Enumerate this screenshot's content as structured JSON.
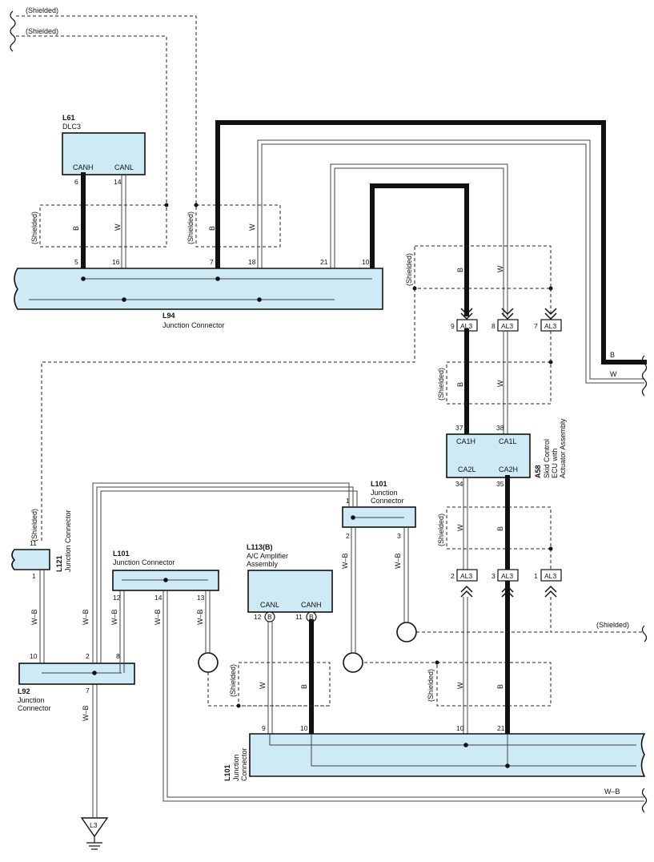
{
  "labels": {
    "shielded": "(Shielded)",
    "l61_id": "L61",
    "l61_name": "DLC3",
    "canh": "CANH",
    "canl": "CANL",
    "l94_id": "L94",
    "l94_name": "Junction Connector",
    "a58_id": "A58",
    "a58_name_1": "Skid Control",
    "a58_name_2": "ECU with",
    "a58_name_3": "Actuator Assembly",
    "ca1h": "CA1H",
    "ca1l": "CA1L",
    "ca2l": "CA2L",
    "ca2h": "CA2H",
    "al3": "AL3",
    "l101_id": "L101",
    "junction": "Junction",
    "connector": "Connector",
    "junction_connector": "Junction Connector",
    "l121_id": "L121",
    "l92_id": "L92",
    "l113_id": "L113(B)",
    "l113_name_1": "A/C Amplifier",
    "l113_name_2": "Assembly",
    "b": "B",
    "w": "W",
    "wb": "W–B",
    "l3": "L3"
  },
  "pins": {
    "p5": "5",
    "p6": "6",
    "p7": "7",
    "p9": "9",
    "p10": "10",
    "p11": "11",
    "p12": "12",
    "p13": "13",
    "p14": "14",
    "p16": "16",
    "p18": "18",
    "p21": "21",
    "p1": "1",
    "p2": "2",
    "p3": "3",
    "p8": "8",
    "p34": "34",
    "p35": "35",
    "p37": "37",
    "p38": "38"
  }
}
